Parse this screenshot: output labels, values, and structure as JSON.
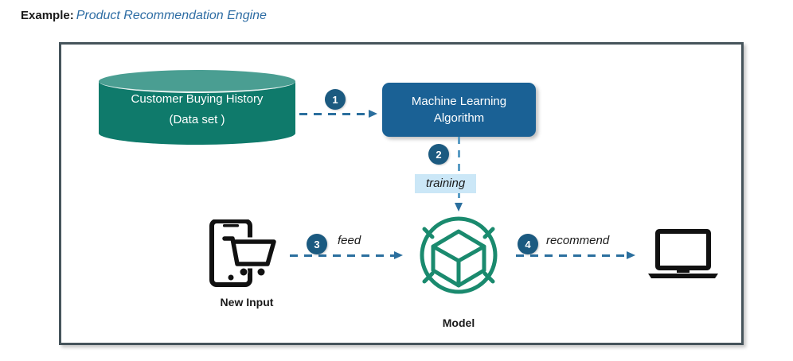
{
  "title": {
    "label": "Example:",
    "value": "Product Recommendation Engine"
  },
  "diagram": {
    "nodes": {
      "dataset": {
        "line1": "Customer Buying History",
        "line2": "(Data set )",
        "shape": "cylinder",
        "fill": "#0f7a6b",
        "top_fill": "#4a9e92",
        "text_color": "#ffffff"
      },
      "algorithm": {
        "line1": "Machine Learning",
        "line2": "Algorithm",
        "shape": "rounded-rectangle",
        "fill": "#1a6195",
        "text_color": "#ffffff"
      },
      "model": {
        "caption": "Model",
        "icon": "cube-in-circle-icon",
        "color": "#1a8a6e"
      },
      "new_input": {
        "caption": "New Input",
        "icon": "smartphone-shopping-cart-icon",
        "color": "#111111"
      },
      "output": {
        "icon": "laptop-icon",
        "color": "#111111"
      }
    },
    "steps": [
      {
        "number": "1",
        "label": ""
      },
      {
        "number": "2",
        "label": "training"
      },
      {
        "number": "3",
        "label": "feed"
      },
      {
        "number": "4",
        "label": "recommend"
      }
    ],
    "colors": {
      "frame_border": "#46545b",
      "arrow": "#2b6f9e",
      "badge": "#1b5a80",
      "highlight": "#cbe7f7",
      "title_accent": "#2e6da4",
      "teal": "#1a8a6e"
    }
  }
}
